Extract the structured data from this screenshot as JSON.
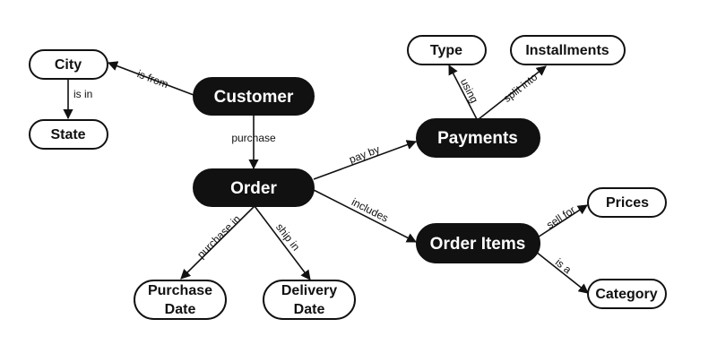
{
  "nodes": {
    "customer": {
      "label": "Customer"
    },
    "order": {
      "label": "Order"
    },
    "payments": {
      "label": "Payments"
    },
    "order_items": {
      "label": "Order Items"
    },
    "city": {
      "label": "City"
    },
    "state": {
      "label": "State"
    },
    "type": {
      "label": "Type"
    },
    "installments": {
      "label": "Installments"
    },
    "prices": {
      "label": "Prices"
    },
    "category": {
      "label": "Category"
    },
    "purchase_date": {
      "line1": "Purchase",
      "line2": "Date"
    },
    "delivery_date": {
      "line1": "Delivery",
      "line2": "Date"
    }
  },
  "edges": {
    "customer_city": "is from",
    "city_state": "is in",
    "customer_order": "purchase",
    "order_payments": "pay by",
    "payments_type": "using",
    "payments_installments": "split into",
    "order_items": "includes",
    "items_prices": "sell for",
    "items_category": "is a",
    "order_purchase_date": "purchase in",
    "order_delivery_date": "ship in"
  }
}
